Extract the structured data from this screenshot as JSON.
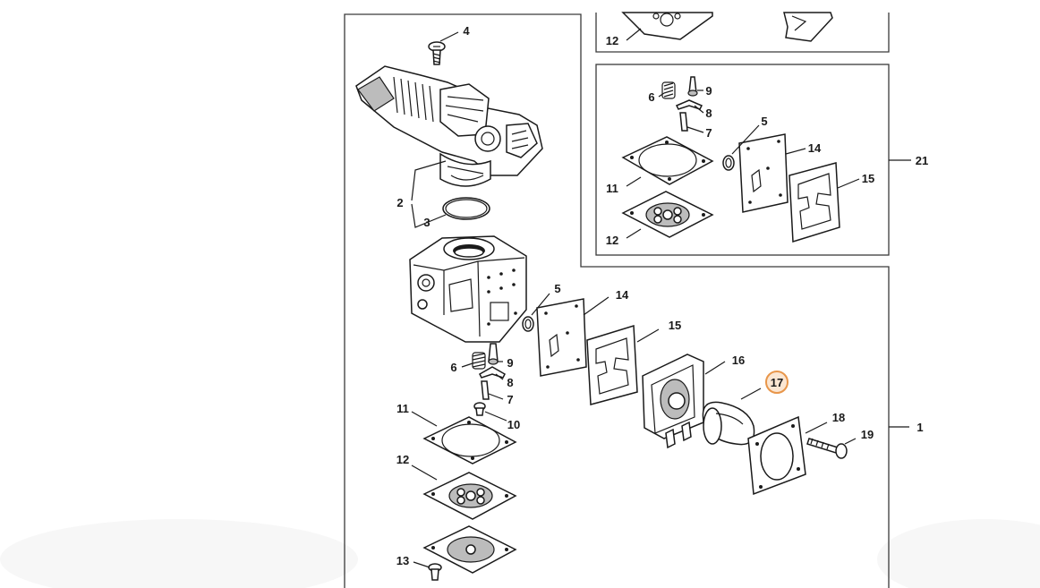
{
  "diagram": {
    "callouts": [
      {
        "id": "4",
        "text": "4"
      },
      {
        "id": "2",
        "text": "2"
      },
      {
        "id": "3",
        "text": "3"
      },
      {
        "id": "5",
        "text": "5"
      },
      {
        "id": "14",
        "text": "14"
      },
      {
        "id": "15",
        "text": "15"
      },
      {
        "id": "6",
        "text": "6"
      },
      {
        "id": "9",
        "text": "9"
      },
      {
        "id": "8",
        "text": "8"
      },
      {
        "id": "7",
        "text": "7"
      },
      {
        "id": "10",
        "text": "10"
      },
      {
        "id": "11",
        "text": "11"
      },
      {
        "id": "12",
        "text": "12"
      },
      {
        "id": "13",
        "text": "13"
      },
      {
        "id": "16",
        "text": "16"
      },
      {
        "id": "17",
        "text": "17",
        "highlighted": true
      },
      {
        "id": "18",
        "text": "18"
      },
      {
        "id": "19",
        "text": "19"
      },
      {
        "id": "1",
        "text": "1"
      },
      {
        "id": "21",
        "text": "21"
      }
    ],
    "inset_top": {
      "callouts": [
        {
          "id": "12",
          "text": "12"
        }
      ]
    },
    "inset_kit": {
      "callouts": [
        {
          "id": "6",
          "text": "6"
        },
        {
          "id": "9",
          "text": "9"
        },
        {
          "id": "8",
          "text": "8"
        },
        {
          "id": "7",
          "text": "7"
        },
        {
          "id": "5",
          "text": "5"
        },
        {
          "id": "14",
          "text": "14"
        },
        {
          "id": "11",
          "text": "11"
        },
        {
          "id": "15",
          "text": "15"
        },
        {
          "id": "12",
          "text": "12"
        }
      ]
    },
    "highlight_color": "#e8964a"
  }
}
